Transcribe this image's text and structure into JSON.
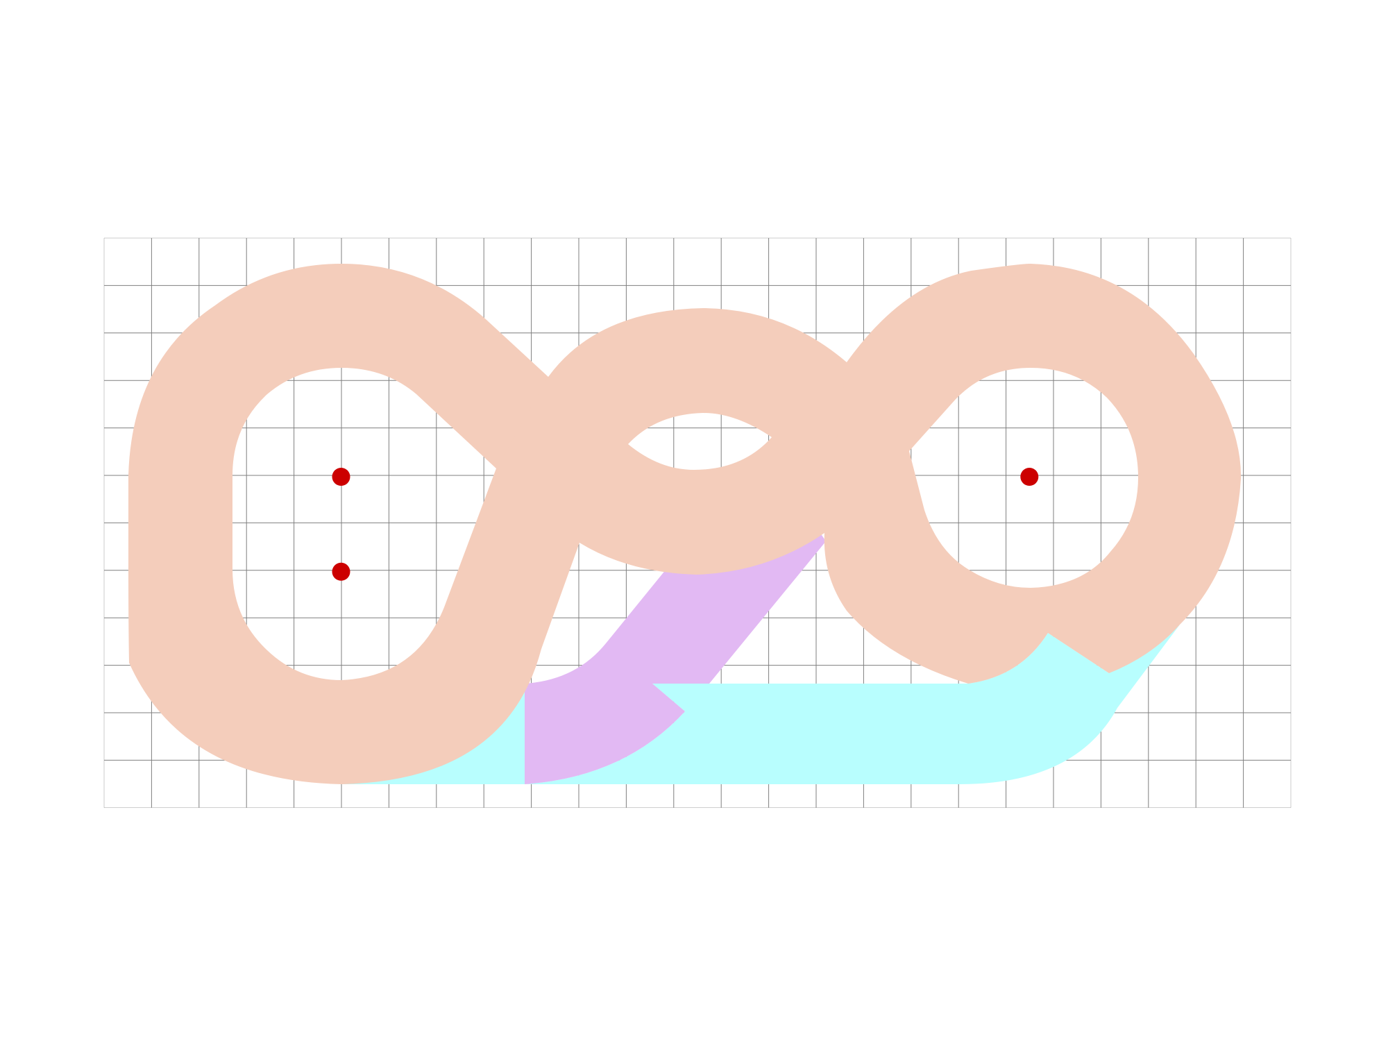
{
  "colors": {
    "background": "#ffffff",
    "grid_line": "#7f7f7f",
    "track_main": "#f4cdbb",
    "track_lower": "#b8fefe",
    "track_purple": "#e2b9f3",
    "waypoint": "#cc0000"
  },
  "diagram": {
    "type": "track-layout-on-grid",
    "grid": {
      "columns": 25,
      "rows": 12,
      "visible": true
    },
    "waypoints": [
      {
        "name": "waypoint-left-upper",
        "grid_col": 5,
        "grid_row": 5
      },
      {
        "name": "waypoint-left-lower",
        "grid_col": 5,
        "grid_row": 7
      },
      {
        "name": "waypoint-right",
        "grid_col": 19.5,
        "grid_row": 5
      }
    ]
  }
}
